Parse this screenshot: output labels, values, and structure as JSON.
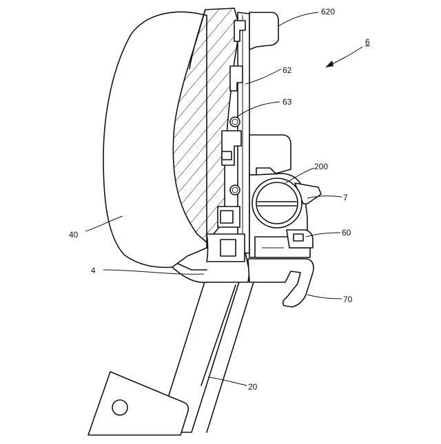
{
  "labels": {
    "assembly": "6",
    "part_620": "620",
    "part_62": "62",
    "part_63": "63",
    "part_200": "200",
    "part_7": "7",
    "part_60": "60",
    "part_70": "70",
    "part_40": "40",
    "part_4": "4",
    "part_20": "20"
  }
}
